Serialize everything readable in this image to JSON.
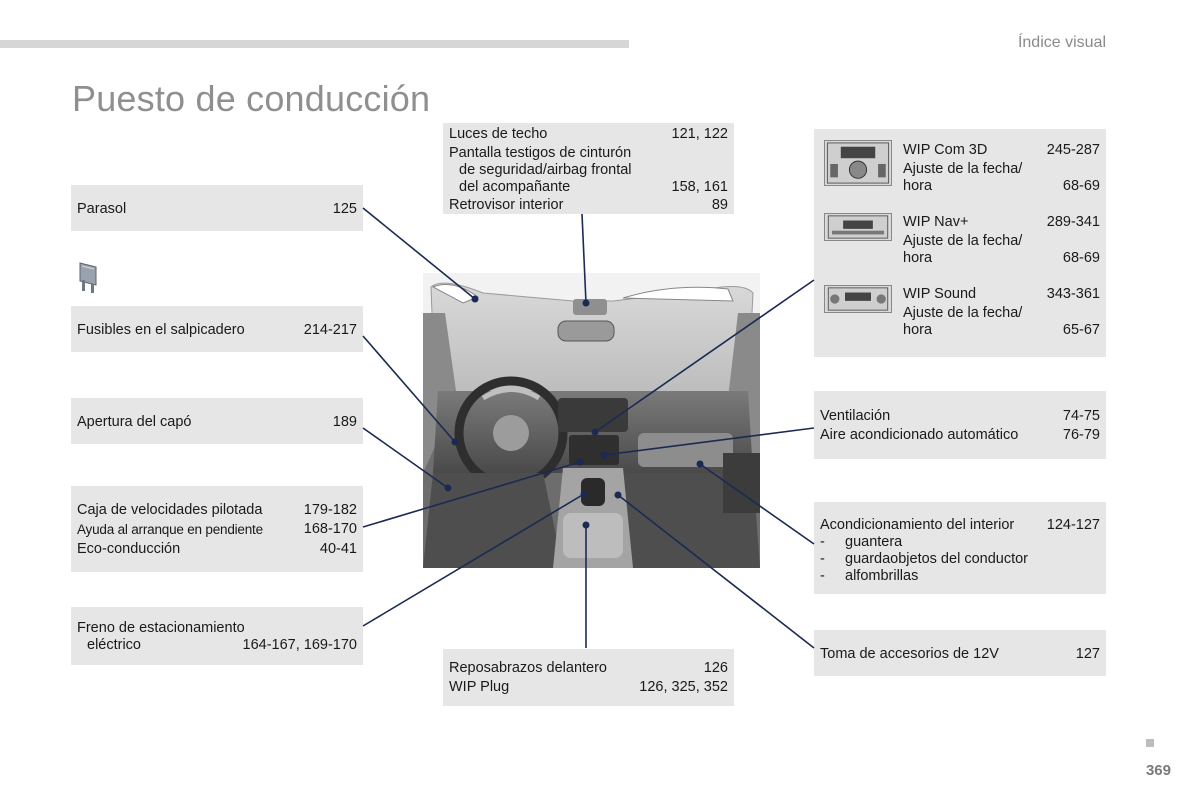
{
  "header": {
    "section": "Índice visual",
    "title": "Puesto de conducción"
  },
  "left": {
    "parasol": {
      "label": "Parasol",
      "page": "125"
    },
    "fusibles": {
      "label": "Fusibles en el salpicadero",
      "page": "214-217"
    },
    "capo": {
      "label": "Apertura del capó",
      "page": "189"
    },
    "caja": [
      {
        "label": "Caja de velocidades pilotada",
        "page": "179-182"
      },
      {
        "label": "Ayuda al arranque en pendiente",
        "page": "168-170"
      },
      {
        "label": "Eco-conducción",
        "page": "40-41"
      }
    ],
    "freno": {
      "line1": "Freno de estacionamiento",
      "line2": "eléctrico",
      "page": "164-167, 169-170"
    }
  },
  "center_top": {
    "luces": {
      "label": "Luces de techo",
      "page": "121, 122"
    },
    "pantalla": {
      "line1": "Pantalla testigos de cinturón",
      "line2": "de seguridad/airbag frontal",
      "line3": "del acompañante",
      "page": "158, 161"
    },
    "retrovisor": {
      "label": "Retrovisor interior",
      "page": "89"
    }
  },
  "center_bottom": [
    {
      "label": "Reposabrazos delantero",
      "page": "126"
    },
    {
      "label": "WIP Plug",
      "page": "126, 325, 352"
    }
  ],
  "right": {
    "audio": [
      {
        "name": "WIP Com 3D",
        "page": "245-287",
        "sub1": "Ajuste de la fecha/",
        "sub2": "hora",
        "sub_page": "68-69"
      },
      {
        "name": "WIP Nav+",
        "page": "289-341",
        "sub1": "Ajuste de la fecha/",
        "sub2": "hora",
        "sub_page": "68-69"
      },
      {
        "name": "WIP Sound",
        "page": "343-361",
        "sub1": "Ajuste de la fecha/",
        "sub2": "hora",
        "sub_page": "65-67"
      }
    ],
    "ventilacion": [
      {
        "label": "Ventilación",
        "page": "74-75"
      },
      {
        "label": "Aire acondicionado automático",
        "page": "76-79"
      }
    ],
    "acond": {
      "label": "Acondicionamiento del interior",
      "page": "124-127",
      "items": [
        "guantera",
        "guardaobjetos del conductor",
        "alfombrillas"
      ],
      "bullet": "-"
    },
    "toma": {
      "label": "Toma de accesorios de 12V",
      "page": "127"
    }
  },
  "footer": {
    "page_number": "369"
  }
}
